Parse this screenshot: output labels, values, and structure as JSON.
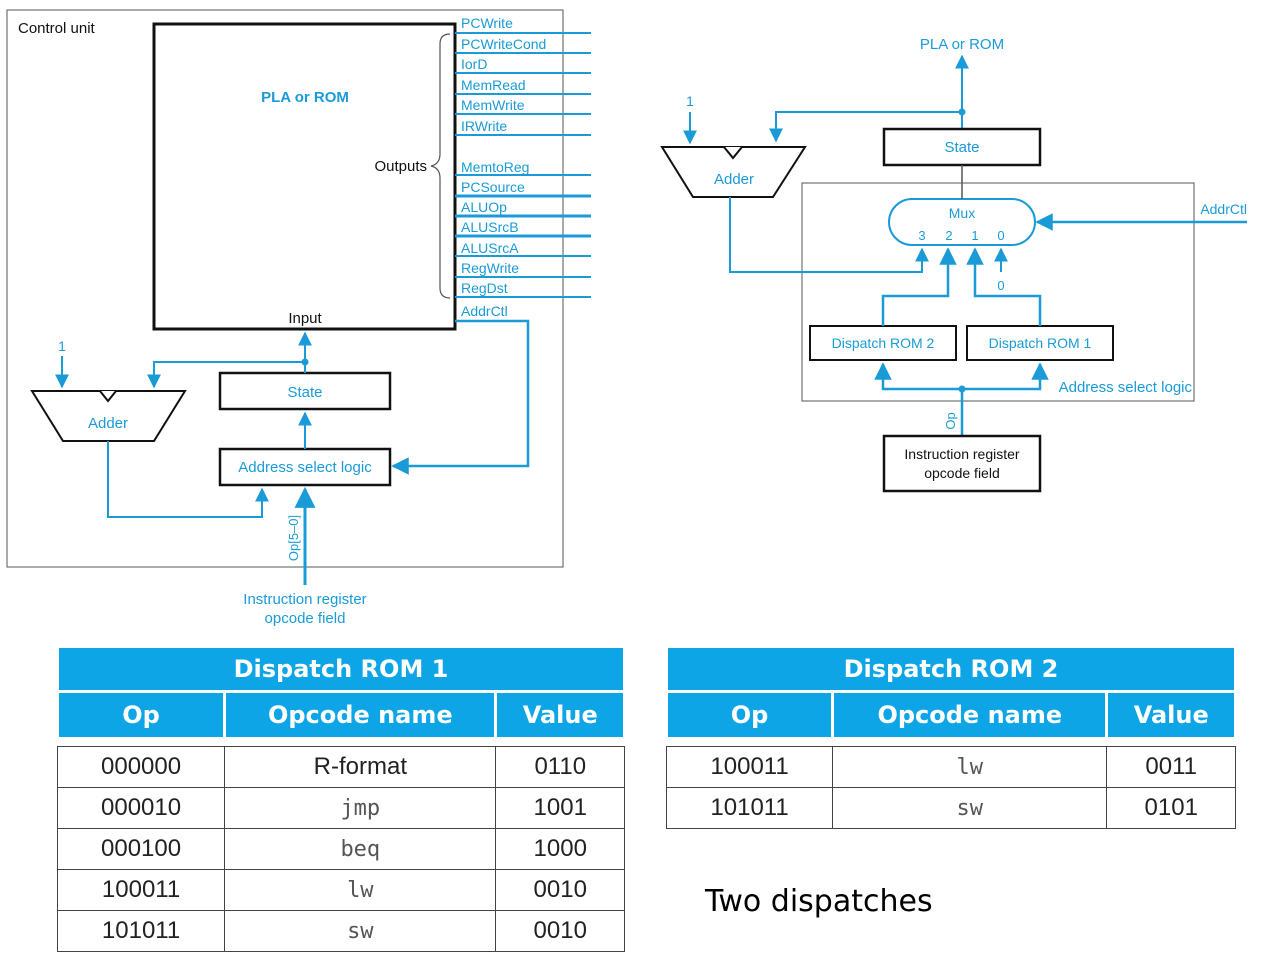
{
  "left_diagram": {
    "title": "Control unit",
    "rom_label": "PLA or ROM",
    "outputs_label": "Outputs",
    "input_label": "Input",
    "signals": [
      "PCWrite",
      "PCWriteCond",
      "IorD",
      "MemRead",
      "MemWrite",
      "IRWrite",
      "MemtoReg",
      "PCSource",
      "ALUOp",
      "ALUSrcB",
      "ALUSrcA",
      "RegWrite",
      "RegDst"
    ],
    "addrctl_label": "AddrCtl",
    "one_label": "1",
    "adder_label": "Adder",
    "state_label": "State",
    "address_select_label": "Address select logic",
    "op_label": "Op[5–0]",
    "ir_label_line1": "Instruction register",
    "ir_label_line2": "opcode field"
  },
  "right_diagram": {
    "pla_label": "PLA or ROM",
    "one_label": "1",
    "adder_label": "Adder",
    "state_label": "State",
    "mux_label": "Mux",
    "mux_inputs": [
      "3",
      "2",
      "1",
      "0"
    ],
    "zero_label": "0",
    "addrctl_label": "AddrCtl",
    "dispatch2_label": "Dispatch ROM 2",
    "dispatch1_label": "Dispatch ROM 1",
    "address_select_label": "Address select logic",
    "op_label": "Op",
    "ir_label_line1": "Instruction register",
    "ir_label_line2": "opcode field"
  },
  "dispatch_rom_1": {
    "title": "Dispatch ROM 1",
    "headers": [
      "Op",
      "Opcode name",
      "Value"
    ],
    "rows": [
      {
        "op": "000000",
        "name": "R-format",
        "value": "0110"
      },
      {
        "op": "000010",
        "name": "jmp",
        "value": "1001"
      },
      {
        "op": "000100",
        "name": "beq",
        "value": "1000"
      },
      {
        "op": "100011",
        "name": "lw",
        "value": "0010"
      },
      {
        "op": "101011",
        "name": "sw",
        "value": "0010"
      }
    ]
  },
  "dispatch_rom_2": {
    "title": "Dispatch ROM 2",
    "headers": [
      "Op",
      "Opcode name",
      "Value"
    ],
    "rows": [
      {
        "op": "100011",
        "name": "lw",
        "value": "0011"
      },
      {
        "op": "101011",
        "name": "sw",
        "value": "0101"
      }
    ]
  },
  "caption": "Two dispatches",
  "colors": {
    "accent": "#1a9bd7",
    "header": "#0ea5e6"
  }
}
